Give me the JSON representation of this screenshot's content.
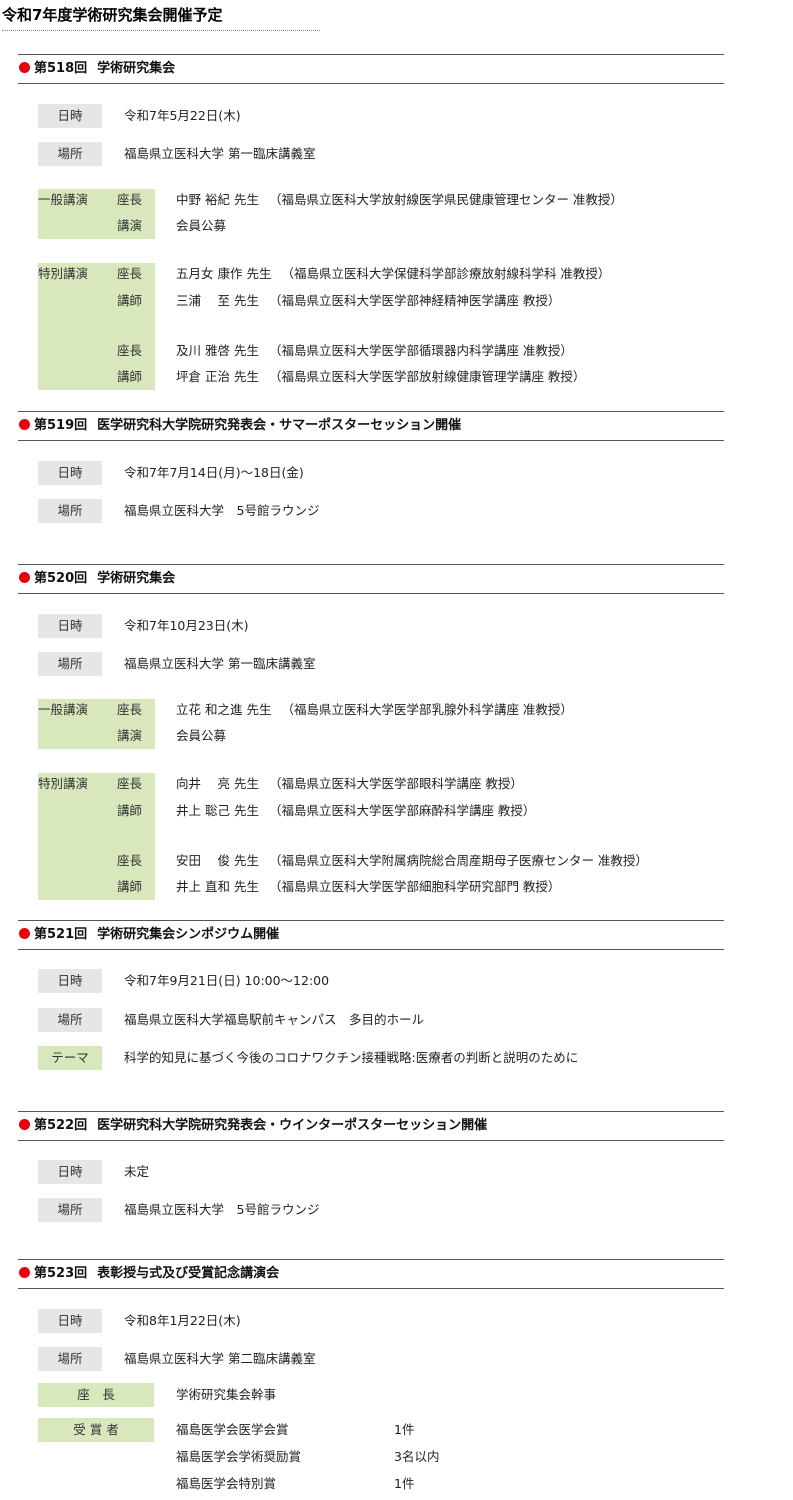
{
  "page_title": "令和7年度学術研究集会開催予定",
  "labels": {
    "date": "日時",
    "place": "場所",
    "theme": "テーマ",
    "general_lecture": "一般講演",
    "special_lecture": "特別講演",
    "chair": "座長",
    "lecture": "講演",
    "lecturer": "講師",
    "chair_spaced": "座　長",
    "awardee": "受 賞 者"
  },
  "s518": {
    "num": "第518回",
    "title": "学術研究集会",
    "date": "令和7年5月22日(木)",
    "place": "福島県立医科大学 第一臨床講義室",
    "general_chair_name": "中野 裕紀 先生",
    "general_chair_affil": "（福島県立医科大学放射線医学県民健康管理センター 准教授）",
    "general_lecture_value": "会員公募",
    "sp1_chair_name": "五月女 康作 先生",
    "sp1_chair_affil": "（福島県立医科大学保健科学部診療放射線科学科 准教授）",
    "sp1_lecturer_name": "三浦　 至 先生",
    "sp1_lecturer_affil": "（福島県立医科大学医学部神経精神医学講座 教授）",
    "sp2_chair_name": "及川 雅啓 先生",
    "sp2_chair_affil": "（福島県立医科大学医学部循環器内科学講座 准教授）",
    "sp2_lecturer_name": "坪倉 正治 先生",
    "sp2_lecturer_affil": "（福島県立医科大学医学部放射線健康管理学講座 教授）"
  },
  "s519": {
    "num": "第519回",
    "title": "医学研究科大学院研究発表会・サマーポスターセッション開催",
    "date": "令和7年7月14日(月)～18日(金)",
    "place": "福島県立医科大学　5号館ラウンジ"
  },
  "s520": {
    "num": "第520回",
    "title": "学術研究集会",
    "date": "令和7年10月23日(木)",
    "place": "福島県立医科大学 第一臨床講義室",
    "general_chair_name": "立花 和之進 先生",
    "general_chair_affil": "（福島県立医科大学医学部乳腺外科学講座 准教授）",
    "general_lecture_value": "会員公募",
    "sp1_chair_name": "向井　 亮 先生",
    "sp1_chair_affil": "（福島県立医科大学医学部眼科学講座 教授）",
    "sp1_lecturer_name": "井上 聡己 先生",
    "sp1_lecturer_affil": "（福島県立医科大学医学部麻酔科学講座 教授）",
    "sp2_chair_name": "安田　 俊 先生",
    "sp2_chair_affil": "（福島県立医科大学附属病院総合周産期母子医療センター 准教授）",
    "sp2_lecturer_name": "井上 直和 先生",
    "sp2_lecturer_affil": "（福島県立医科大学医学部細胞科学研究部門 教授）"
  },
  "s521": {
    "num": "第521回",
    "title": "学術研究集会シンポジウム開催",
    "date": "令和7年9月21日(日) 10:00～12:00",
    "place": "福島県立医科大学福島駅前キャンパス　多目的ホール",
    "theme": "科学的知見に基づく今後のコロナワクチン接種戦略:医療者の判断と説明のために"
  },
  "s522": {
    "num": "第522回",
    "title": "医学研究科大学院研究発表会・ウインターポスターセッション開催",
    "date": "未定",
    "place": "福島県立医科大学　5号館ラウンジ"
  },
  "s523": {
    "num": "第523回",
    "title": "表彰授与式及び受賞記念講演会",
    "date": "令和8年1月22日(木)",
    "place": "福島県立医科大学 第二臨床講義室",
    "chair_value": "学術研究集会幹事",
    "awards": [
      {
        "name": "福島医学会医学会賞",
        "count": "1件"
      },
      {
        "name": "福島医学会学術奨励賞",
        "count": "3名以内"
      },
      {
        "name": "福島医学会特別賞",
        "count": "1件"
      }
    ]
  },
  "colors": {
    "bullet": "#e8000b",
    "gray_label": "#e6e6e6",
    "green_label": "#d8e7bc"
  }
}
